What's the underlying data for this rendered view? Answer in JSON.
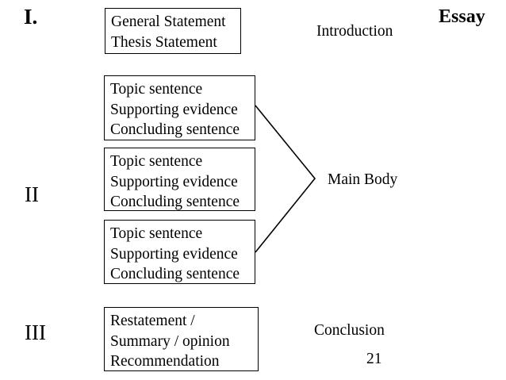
{
  "page": {
    "title": "Essay",
    "page_number": "21",
    "background_color": "#ffffff",
    "ink_color": "#000000"
  },
  "sections": [
    {
      "numeral": "I.",
      "label": "Introduction",
      "box_lines": [
        "General Statement",
        "Thesis Statement"
      ]
    },
    {
      "numeral": "II",
      "label": "Main Body",
      "boxes": [
        {
          "lines": [
            "Topic sentence",
            "Supporting evidence",
            "Concluding sentence"
          ]
        },
        {
          "lines": [
            "Topic sentence",
            "Supporting evidence",
            "Concluding sentence"
          ]
        },
        {
          "lines": [
            "Topic sentence",
            "Supporting evidence",
            "Concluding sentence"
          ]
        }
      ]
    },
    {
      "numeral": "III",
      "label": "Conclusion",
      "box_lines": [
        "Restatement /",
        "Summary / opinion",
        "Recommendation"
      ]
    }
  ],
  "connector": {
    "shape": "converging-bracket",
    "top_point": "322,133",
    "apex_point": "397,225",
    "bottom_point": "322,318",
    "stroke_color": "#000000",
    "stroke_width": "1.6"
  },
  "chart_data": {
    "type": "diagram",
    "title": "Essay",
    "description": "Five-paragraph essay outline structure mapping outline boxes to essay sections",
    "nodes": [
      {
        "id": "I",
        "numeral": "I.",
        "section": "Introduction",
        "contents": [
          "General Statement",
          "Thesis Statement"
        ]
      },
      {
        "id": "II-1",
        "numeral": "II",
        "section": "Main Body",
        "contents": [
          "Topic sentence",
          "Supporting evidence",
          "Concluding sentence"
        ]
      },
      {
        "id": "II-2",
        "numeral": "II",
        "section": "Main Body",
        "contents": [
          "Topic sentence",
          "Supporting evidence",
          "Concluding sentence"
        ]
      },
      {
        "id": "II-3",
        "numeral": "II",
        "section": "Main Body",
        "contents": [
          "Topic sentence",
          "Supporting evidence",
          "Concluding sentence"
        ]
      },
      {
        "id": "III",
        "numeral": "III",
        "section": "Conclusion",
        "contents": [
          "Restatement /",
          "Summary / opinion",
          "Recommendation"
        ]
      }
    ],
    "edges": [
      {
        "from": "II-1",
        "to": "Main Body"
      },
      {
        "from": "II-3",
        "to": "Main Body"
      }
    ]
  }
}
